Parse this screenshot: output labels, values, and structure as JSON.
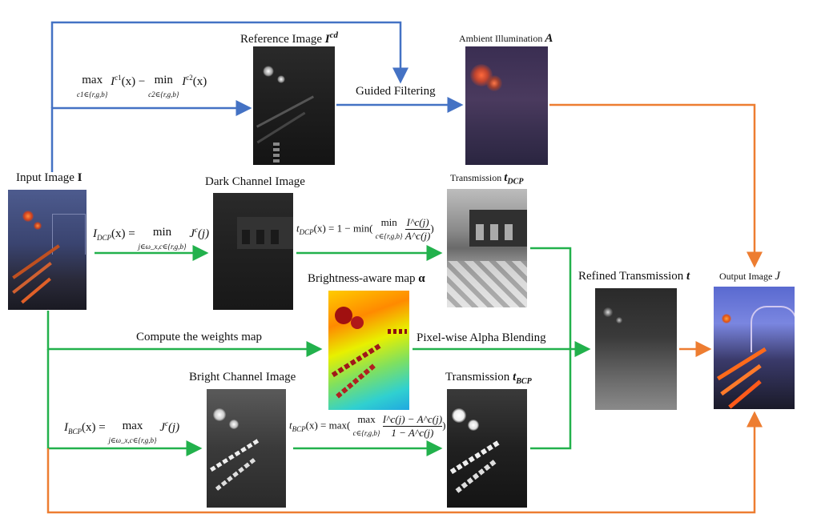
{
  "labels": {
    "reference": "Reference Image ",
    "reference_sym": "I",
    "reference_sup": "cd",
    "ambient": "Ambient Illumination ",
    "ambient_sym": "A",
    "guided": "Guided Filtering",
    "input": "Input Image ",
    "input_sym": "I",
    "dark": "Dark Channel Image",
    "trans_dcp": "Transmission ",
    "trans_dcp_sym": "t",
    "trans_dcp_sub": "DCP",
    "brightness_map": "Brightness-aware map ",
    "brightness_sym": "α",
    "refined": "Refined Transmission ",
    "refined_sym": "t",
    "output": "Output Image ",
    "output_sym": "J",
    "weights": "Compute the weights map",
    "alpha_blend": "Pixel-wise Alpha Blending",
    "bright": "Bright Channel Image",
    "trans_bcp": "Transmission ",
    "trans_bcp_sym": "t",
    "trans_bcp_sub": "BCP"
  },
  "formulas": {
    "ref_max": "max",
    "ref_max_sub": "c1∈{r,g,b}",
    "ref_body1": "I",
    "ref_sup1": "c1",
    "ref_mid": "(x) − ",
    "ref_min": "min",
    "ref_min_sub": "c2∈{r,g,b}",
    "ref_body2": "I",
    "ref_sup2": "c2",
    "ref_end": "(x)",
    "dcp_lhs": "I",
    "dcp_lhs_sub": "DCP",
    "dcp_rhs": "(x) = ",
    "dcp_min": "min",
    "dcp_min_sub": "j∈ω_x,c∈{r,g,b}",
    "dcp_tail": "J",
    "dcp_tail_sup": "c",
    "dcp_end": "(j)",
    "tdcp_lhs": "t",
    "tdcp_sub": "DCP",
    "tdcp_body": "(x) = 1 − min(",
    "tdcp_min": "min",
    "tdcp_min_sub": "c∈{r,g,b}",
    "tdcp_num": "I^c(j)",
    "tdcp_den": "A^c(j)",
    "tdcp_end": ")",
    "bcp_lhs": "I",
    "bcp_lhs_sub": "BCP",
    "bcp_rhs": "(x) = ",
    "bcp_max": "max",
    "bcp_max_sub": "j∈ω_x,c∈{r,g,b}",
    "bcp_tail": "J",
    "bcp_tail_sup": "c",
    "bcp_end": "(j)",
    "tbcp_lhs": "t",
    "tbcp_sub": "BCP",
    "tbcp_body": "(x) = max(",
    "tbcp_max": "max",
    "tbcp_max_sub": "c∈{r,g,b}",
    "tbcp_num": "I^c(j) − A^c(j)",
    "tbcp_den": "1 − A^c(j)",
    "tbcp_end": ")"
  },
  "colors": {
    "blue_arrow": "#4472C4",
    "green_arrow": "#22B14C",
    "orange_arrow": "#ED7D31"
  }
}
